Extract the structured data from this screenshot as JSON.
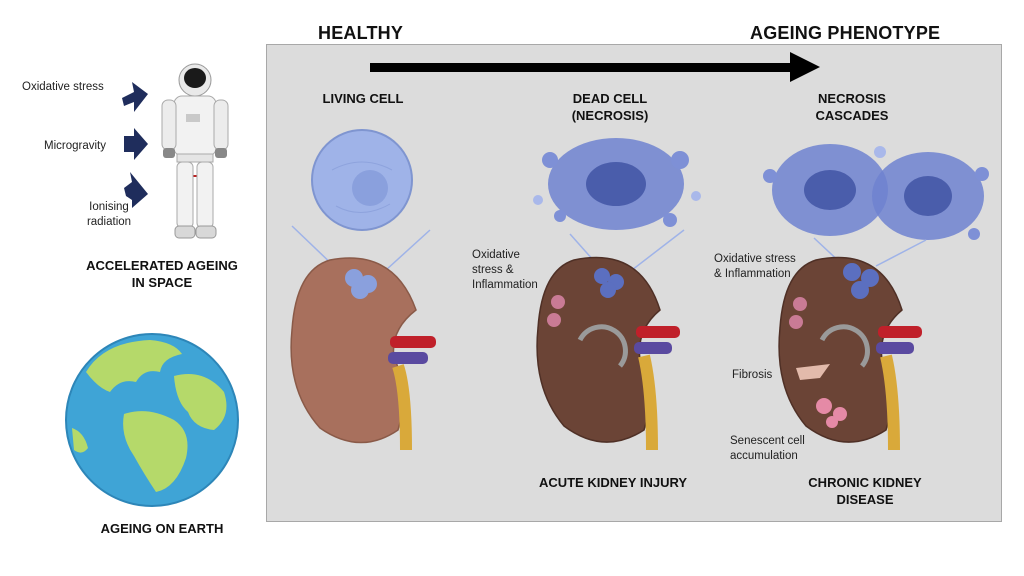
{
  "left": {
    "stressors": [
      "Oxidative stress",
      "Microgravity",
      "Ionising radiation"
    ],
    "space_caption": "ACCELERATED AGEING IN SPACE",
    "earth_caption": "AGEING ON EARTH"
  },
  "axis": {
    "start_label": "HEALTHY",
    "end_label": "AGEING PHENOTYPE"
  },
  "stages": [
    {
      "title": "LIVING CELL",
      "caption": "",
      "notes": []
    },
    {
      "title": "DEAD CELL (NECROSIS)",
      "caption": "ACUTE KIDNEY INJURY",
      "notes": [
        "Oxidative stress & Inflammation"
      ]
    },
    {
      "title": "NECROSIS CASCADES",
      "caption": "CHRONIC KIDNEY DISEASE",
      "notes": [
        "Oxidative stress & Inflammation",
        "Fibrosis",
        "Senescent cell accumulation"
      ]
    }
  ],
  "colors": {
    "panel": "#dcdcdc",
    "arrow": "#000000",
    "stressor_arrow": "#1f2d5c",
    "cell_healthy": "#9fb3e8",
    "cell_necrotic": "#5b6fc0",
    "kidney_healthy": "#a8705d",
    "kidney_damaged": "#6b4436",
    "artery": "#c0202a",
    "vein": "#5a4aa0",
    "ureter": "#d9a93a",
    "earth_ocean": "#3fa4d6",
    "earth_land": "#b5d96a"
  },
  "icons": [
    "astronaut-icon",
    "earth-globe-icon",
    "kidney-icon",
    "cell-icon",
    "necrotic-cell-icon"
  ]
}
